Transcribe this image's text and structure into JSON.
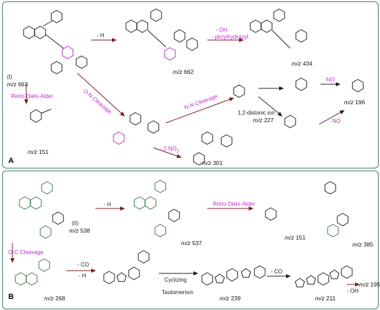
{
  "panels": {
    "A": {
      "label": "A"
    },
    "B": {
      "label": "B"
    }
  },
  "colors": {
    "border": "#3d7d6e",
    "skeleton": "#222222",
    "highlight": "#c02ac8",
    "arrow": "#8a1a1a",
    "numbering": "#2b8a3e"
  },
  "compounds": {
    "I": {
      "id": "(I)",
      "mz": "663"
    },
    "m662": {
      "mz": "662"
    },
    "m434": {
      "mz": "434"
    },
    "m151a": {
      "mz": "151"
    },
    "m227": {
      "mz": "227",
      "note": "1,2-distonic ion"
    },
    "m301": {
      "mz": "301"
    },
    "m196": {
      "mz": "196"
    },
    "II": {
      "id": "(II)",
      "mz": "538"
    },
    "m537": {
      "mz": "537"
    },
    "m151b": {
      "mz": "151"
    },
    "m385": {
      "mz": "385"
    },
    "m268": {
      "mz": "268"
    },
    "m239": {
      "mz": "239"
    },
    "m211": {
      "mz": "211"
    },
    "m195": {
      "mz": "195"
    }
  },
  "steps": {
    "a_minus_h": "- H",
    "a_minus_oh": "- OH",
    "a_picrylhydrazyl": "- picrylhydrazyl",
    "a_on_cleavage": "O-N Cleavage",
    "a_rda": "Retro Diels-Alder",
    "a_nn_cleavage": "N-N Cleavage",
    "a_minus_2no2": "- 2 NO",
    "a_minus_no_1": "-NO",
    "a_minus_no_2": "- NO",
    "b_minus_h": "- H",
    "b_rda": "Retro Diels-Alder",
    "b_oc_cleavage": "O-C Cleavage",
    "b_minus_co_1": "- CO",
    "b_minus_h_2": "- H",
    "b_cyclizing": "Cyclizing",
    "b_tautomerism": "Tautomerism",
    "b_minus_co_2": "- CO",
    "b_minus_oh": "- OH"
  },
  "mz_prefix": "m/z"
}
